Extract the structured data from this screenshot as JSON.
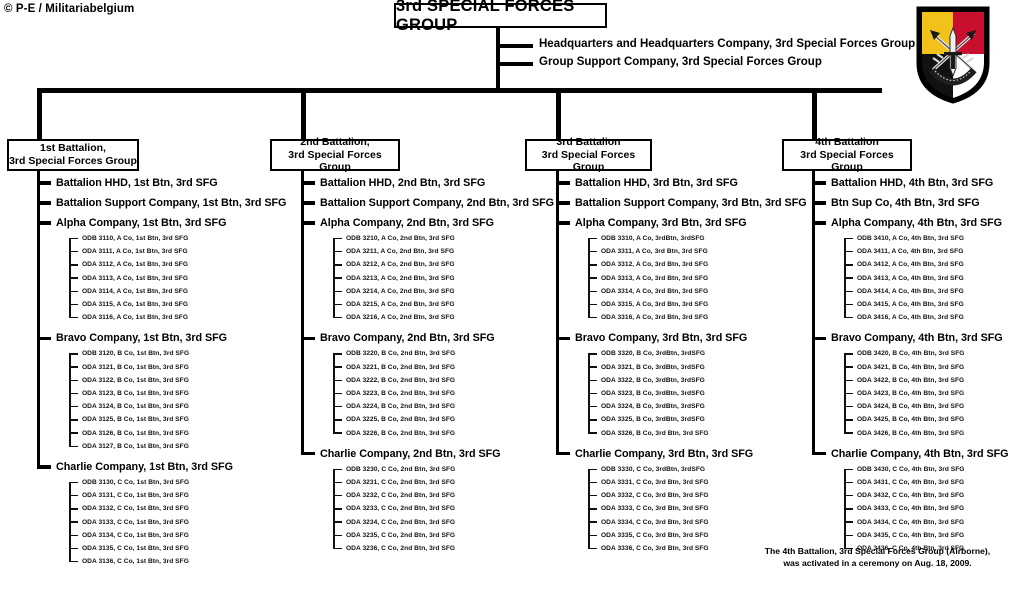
{
  "credit": "© P-E / Militariabelgium",
  "root": {
    "title": "3rd SPECIAL FORCES GROUP"
  },
  "group_units": [
    "Headquarters and Headquarters Company,  3rd Special Forces Group",
    "Group Support Company,  3rd Special Forces Group"
  ],
  "insignia": {
    "name": "3rd-special-forces-group-beret-flash",
    "colors": {
      "top_left": "#f2c21a",
      "top_right": "#c8102e",
      "bottom_left": "#111111",
      "bottom_right": "#ffffff",
      "border": "#000000"
    }
  },
  "footnote": "The 4th Battalion, 3rd Special Forces Group (Airborne), was activated in a ceremony on Aug. 18, 2009.",
  "battalions": [
    {
      "id": "1st-battalion",
      "box_line1": "1st Battalion,",
      "box_line2": "3rd Special Forces Group",
      "units": [
        "Battalion HHD,  1st Btn, 3rd SFG",
        "Battalion  Support Company, 1st Btn,  3rd SFG"
      ],
      "companies": [
        {
          "name": "Alpha Company, 1st Btn,  3rd SFG",
          "teams": [
            "ODB 3110, A Co, 1st Btn,  3rd SFG",
            "ODA 3111, A Co, 1st Btn,  3rd SFG",
            "ODA 3112, A Co, 1st Btn,  3rd SFG",
            "ODA 3113, A Co, 1st Btn,  3rd SFG",
            "ODA 3114, A Co, 1st Btn,  3rd SFG",
            "ODA 3115, A Co, 1st Btn,  3rd SFG",
            "ODA 3116, A Co, 1st Btn,  3rd SFG"
          ]
        },
        {
          "name": "Bravo Company, 1st Btn,  3rd SFG",
          "teams": [
            "ODB 3120, B Co, 1st Btn,  3rd SFG",
            "ODA 3121, B Co, 1st Btn,  3rd SFG",
            "ODA 3122, B Co, 1st Btn,  3rd SFG",
            "ODA 3123, B Co, 1st Btn,  3rd SFG",
            "ODA 3124, B Co, 1st Btn,  3rd SFG",
            "ODA 3125, B Co, 1st Btn,  3rd SFG",
            "ODA 3126, B Co, 1st Btn,  3rd SFG",
            "ODA 3127, B Co, 1st Btn,  3rd SFG"
          ]
        },
        {
          "name": "Charlie Company, 1st Btn,  3rd SFG",
          "teams": [
            "ODB 3130, C Co, 1st Btn,  3rd SFG",
            "ODA 3131, C Co, 1st Btn,  3rd SFG",
            "ODA 3132, C Co, 1st Btn,  3rd SFG",
            "ODA 3133, C Co, 1st Btn,  3rd SFG",
            "ODA 3134, C Co, 1st Btn,  3rd SFG",
            "ODA 3135, C Co, 1st Btn,  3rd SFG",
            "ODA 3136, C Co, 1st Btn,  3rd SFG"
          ]
        }
      ]
    },
    {
      "id": "2nd-battalion",
      "box_line1": "2nd Battalion,",
      "box_line2": "3rd Special Forces Group",
      "units": [
        "Battalion HHD,  2nd Btn, 3rd SFG",
        "Battalion  Support Company, 2nd Btn,  3rd SFG"
      ],
      "companies": [
        {
          "name": "Alpha Company, 2nd Btn,  3rd SFG",
          "teams": [
            "ODB 3210, A Co, 2nd Btn,  3rd SFG",
            "ODA 3211, A Co, 2nd Btn,  3rd SFG",
            "ODA 3212, A Co, 2nd Btn,  3rd SFG",
            "ODA 3213, A Co, 2nd Btn,  3rd SFG",
            "ODA 3214, A Co, 2nd Btn,  3rd SFG",
            "ODA 3215, A Co, 2nd Btn,  3rd SFG",
            "ODA 3216, A Co, 2nd Btn,  3rd SFG"
          ]
        },
        {
          "name": "Bravo Company, 2nd Btn,  3rd SFG",
          "teams": [
            "ODB 3220, B Co, 2nd Btn,  3rd SFG",
            "ODA 3221, B Co, 2nd Btn,  3rd SFG",
            "ODA 3222, B Co, 2nd Btn,  3rd SFG",
            "ODA 3223, B Co, 2nd Btn,  3rd SFG",
            "ODA 3224, B Co, 2nd Btn,  3rd SFG",
            "ODA 3225, B Co, 2nd Btn,  3rd SFG",
            "ODA 3226, B Co, 2nd Btn,  3rd SFG"
          ]
        },
        {
          "name": "Charlie Company, 2nd Btn, 3rd SFG",
          "teams": [
            "ODB 3230, C Co, 2nd Btn,  3rd SFG",
            "ODA 3231, C Co, 2nd Btn,  3rd SFG",
            "ODA 3232, C Co, 2nd Btn,  3rd SFG",
            "ODA 3233, C Co, 2nd Btn,  3rd SFG",
            "ODA 3234, C Co, 2nd Btn,  3rd SFG",
            "ODA 3235, C Co, 2nd Btn,  3rd SFG",
            "ODA 3236, C Co, 2nd Btn,  3rd SFG"
          ]
        }
      ]
    },
    {
      "id": "3rd-battalion",
      "box_line1": "3rd Battalion",
      "box_line2": "3rd Special Forces Group",
      "units": [
        "Battalion HHD,  3rd Btn, 3rd SFG",
        "Battalion  Support Company, 3rd Btn,  3rd SFG"
      ],
      "companies": [
        {
          "name": "Alpha Company, 3rd Btn,  3rd SFG",
          "teams": [
            "ODB 3310, A Co, 3rdBtn,  3rdSFG",
            "ODA 3311, A Co, 3rd Btn,  3rd SFG",
            "ODA 3312, A Co, 3rd Btn,  3rd SFG",
            "ODA 3313, A Co, 3rd Btn,  3rd SFG",
            "ODA 3314, A Co, 3rd Btn,  3rd SFG",
            "ODA 3315, A Co, 3rd Btn,  3rd SFG",
            "ODA 3316, A Co, 3rd Btn,  3rd SFG"
          ]
        },
        {
          "name": "Bravo Company, 3rd Btn,  3rd SFG",
          "teams": [
            "ODB 3320, B Co, 3rdBtn,  3rdSFG",
            "ODA 3321, B Co, 3rdBtn,  3rdSFG",
            "ODA 3322, B Co, 3rdBtn,  3rdSFG",
            "ODA 3323, B Co, 3rdBtn,  3rdSFG",
            "ODA 3324, B Co, 3rdBtn,  3rdSFG",
            "ODA 3325, B Co, 3rdBtn,  3rdSFG",
            "ODA 3326, B Co, 3rd Btn,  3rd SFG"
          ]
        },
        {
          "name": "Charlie Company, 3rd Btn,  3rd SFG",
          "teams": [
            "ODB 3330, C Co, 3rdBtn,  3rdSFG",
            "ODA 3331, C Co, 3rd Btn,  3rd SFG",
            "ODA 3332, C Co, 3rd Btn,  3rd SFG",
            "ODA 3333, C Co, 3rd Btn,  3rd SFG",
            "ODA 3334, C Co, 3rd Btn,  3rd SFG",
            "ODA 3335, C Co, 3rd Btn,  3rd SFG",
            "ODA 3336, C Co, 3rd Btn,  3rd SFG"
          ]
        }
      ]
    },
    {
      "id": "4th-battalion",
      "box_line1": "4th Battalion",
      "box_line2": "3rd Special Forces Group",
      "units": [
        "Battalion HHD,  4th Btn, 3rd SFG",
        "Btn  Sup Co, 4th Btn,  3rd SFG"
      ],
      "companies": [
        {
          "name": "Alpha Company, 4th Btn,  3rd SFG",
          "teams": [
            "ODB 3410, A Co, 4th Btn,  3rd SFG",
            "ODA 3411, A Co, 4th Btn,  3rd SFG",
            "ODA 3412, A Co, 4th Btn,  3rd SFG",
            "ODA 3413, A Co, 4th Btn,  3rd SFG",
            "ODA 3414, A Co, 4th Btn,  3rd SFG",
            "ODA 3415, A Co, 4th Btn,  3rd SFG",
            "ODA 3416, A Co, 4th Btn,  3rd SFG"
          ]
        },
        {
          "name": "Bravo Company, 4th Btn,  3rd SFG",
          "teams": [
            "ODB 3420, B Co, 4th Btn,  3rd SFG",
            "ODA 3421, B Co, 4th Btn,  3rd SFG",
            "ODA 3422, B Co, 4th Btn,  3rd SFG",
            "ODA 3423, B Co, 4th Btn,  3rd SFG",
            "ODA 3424, B Co, 4th Btn,  3rd SFG",
            "ODA 3425, B Co, 4th Btn,  3rd SFG",
            "ODA 3426, B Co, 4th Btn,  3rd SFG"
          ]
        },
        {
          "name": "Charlie Company, 4th Btn,  3rd SFG",
          "teams": [
            "ODB 3430, C Co, 4th Btn,  3rd SFG",
            "ODA 3431, C Co, 4th Btn,  3rd SFG",
            "ODA 3432, C Co, 4th Btn,  3rd SFG",
            "ODA 3433, C Co, 4th Btn,  3rd SFG",
            "ODA 3434, C Co, 4th Btn,  3rd SFG",
            "ODA 3435, C Co, 4th Btn,  3rd SFG",
            "ODA 3436, C Co, 4th Btn,  3rd SFG"
          ]
        }
      ]
    }
  ]
}
